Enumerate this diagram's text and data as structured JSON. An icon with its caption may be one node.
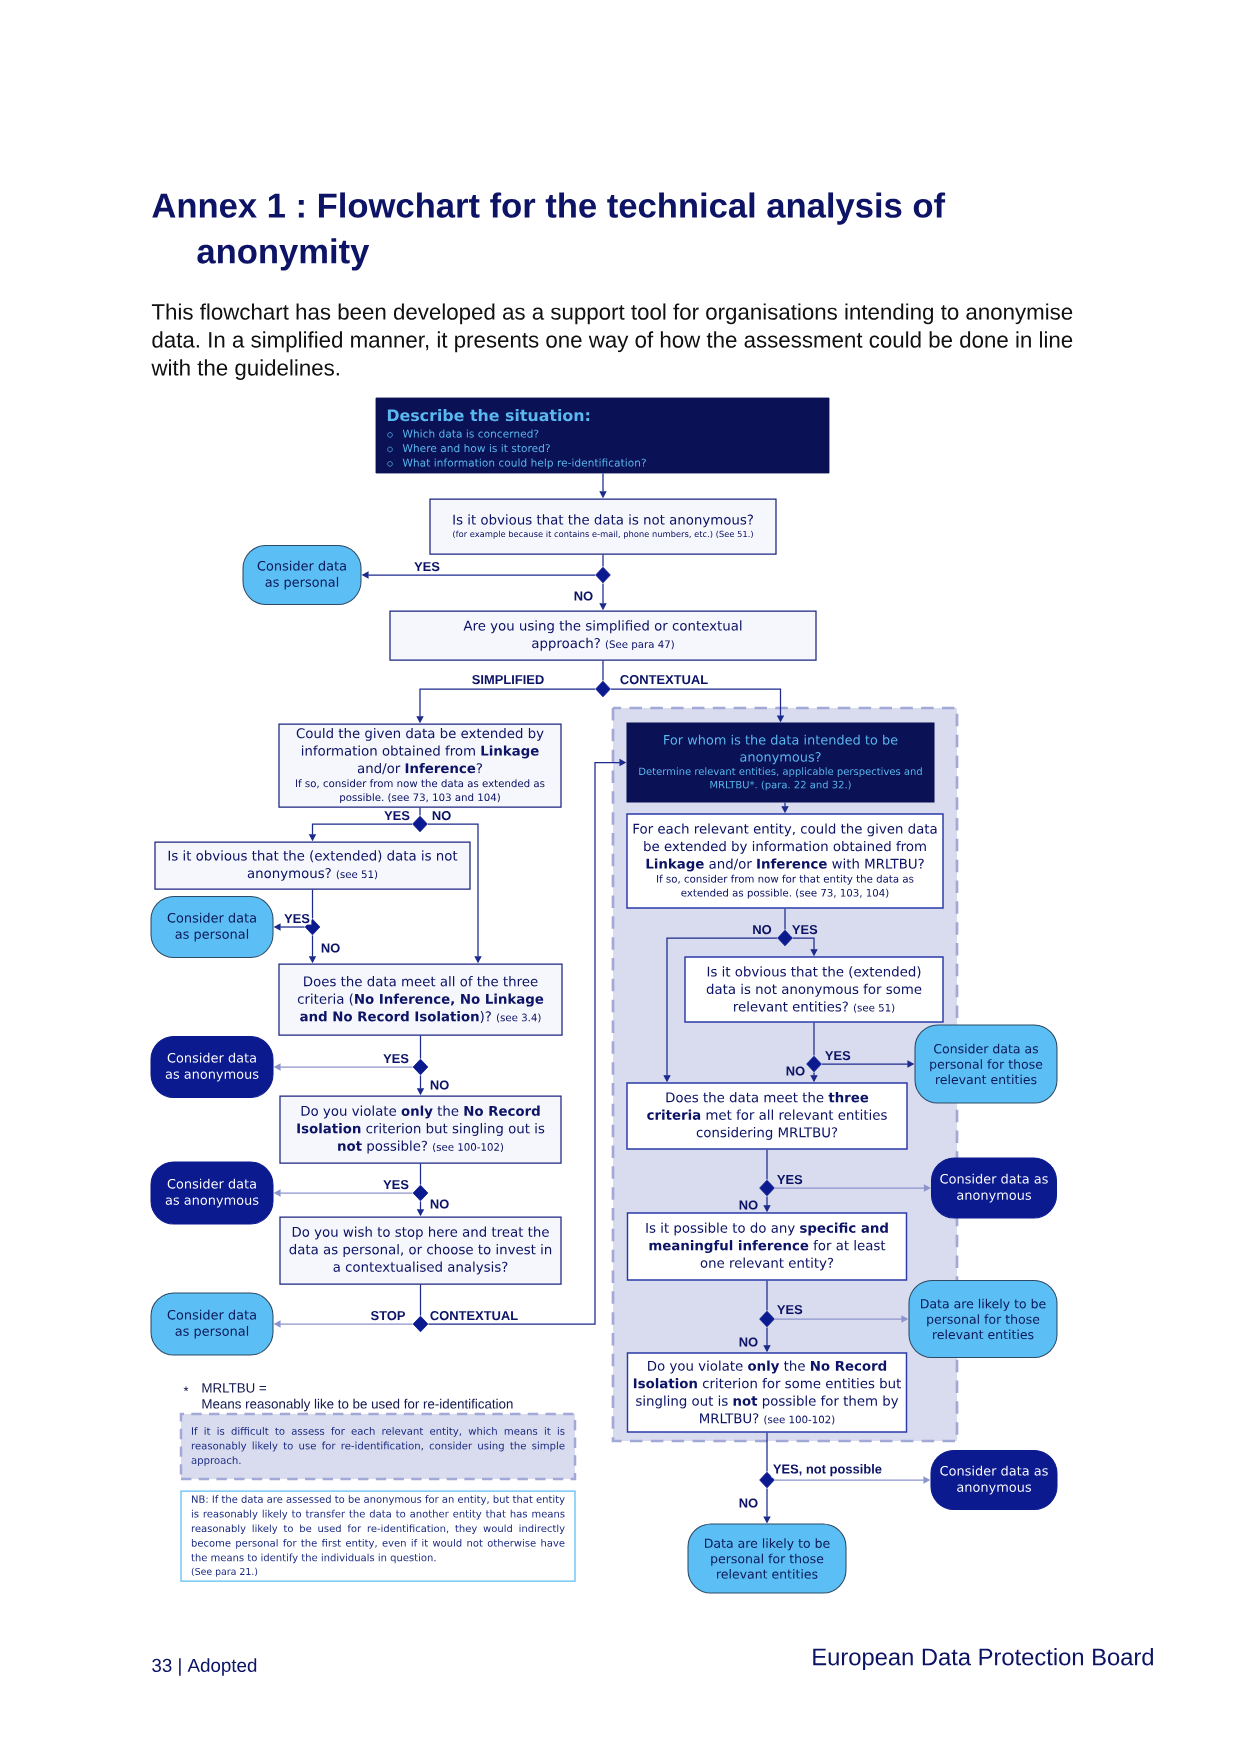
{
  "diagram": {
    "title": "Annex 1 : Flowchart for the technical analysis of anonymity",
    "nodes": [
      {
        "text": [
          "Describe the situation:",
          "Which data is concerned?",
          "Where and how is it stored?",
          "What information could help re-identification?"
        ]
      },
      {
        "text": [
          "Is it obvious that the data is not anonymous?",
          "(for example because it contains e-mail, phone numbers, etc.) (See 51.)"
        ]
      },
      {
        "text": [],
        "shape": "diamond"
      },
      {
        "text": [
          "Consider data as personal"
        ]
      },
      {
        "text": [
          "Are you using the simplified or contextual approach?",
          "(See para 47)"
        ]
      },
      {
        "text": [],
        "shape": "diamond"
      },
      {
        "text": [
          "Could the given data be extended by information obtained from **Linkage** and/or **Inference**?",
          "If so, consider from now the data as extended as possible. (see 73, 103 and 104)"
        ]
      },
      {
        "text": [],
        "shape": "diamond"
      },
      {
        "text": [
          "Is it obvious that the (extended) data is not anonymous?",
          "(see 51)"
        ]
      },
      {
        "text": [],
        "shape": "diamond"
      },
      {
        "text": [
          "Consider data as personal"
        ]
      },
      {
        "text": [
          "Does the data meet all of the three criteria (**No Inference, No Linkage and No Record Isolation**)?",
          "(see 3.4)"
        ]
      },
      {
        "text": [],
        "shape": "diamond"
      },
      {
        "text": [
          "Consider data as anonymous"
        ]
      },
      {
        "text": [
          "Do you violate **only** the **No Record Isolation** criterion but singling out is **not** possible?",
          "(see 100-102)"
        ]
      },
      {
        "text": [],
        "shape": "diamond"
      },
      {
        "text": [
          "Consider data as anonymous"
        ]
      },
      {
        "text": [
          "Do you wish to stop here and treat the data as personal, or choose to invest in a contextualised analysis?"
        ]
      },
      {
        "text": [],
        "shape": "diamond"
      },
      {
        "text": [
          "Consider data as personal"
        ]
      },
      {
        "text": [
          "For whom is the data intended to be anonymous?",
          "Determine relevant entities, applicable perspectives and MRLTBU*. (para. 22 and 32.)"
        ]
      },
      {
        "text": [
          "For each relevant entity, could the given data be extended by information obtained from **Linkage** and/or **Inference** with MRLTBU?",
          "If so, consider from now for that entity the data as extended as possible. (see 73, 103, 104)"
        ]
      },
      {
        "text": [],
        "shape": "diamond"
      },
      {
        "text": [
          "Is it obvious that the (extended) data is not anonymous for some relevant entities?",
          "(see 51)"
        ]
      },
      {
        "text": [],
        "shape": "diamond"
      },
      {
        "text": [
          "Consider data as personal for those relevant entities"
        ]
      },
      {
        "text": [
          "Does the data meet the **three criteria** met for all relevant entities considering MRLTBU?"
        ]
      },
      {
        "text": [],
        "shape": "diamond"
      },
      {
        "text": [
          "Consider data as anonymous"
        ]
      },
      {
        "text": [
          "Is it possible to do any **specific and meaningful inference** for at least one relevant entity?"
        ]
      },
      {
        "text": [],
        "shape": "diamond"
      },
      {
        "text": [
          "Data are likely to be personal for those relevant entities"
        ]
      },
      {
        "text": [
          "Do you violate **only** the **No Record Isolation** criterion for some entities but singling out is **not** possible for them by MRLTBU?",
          "(see 100-102)"
        ]
      },
      {
        "text": [],
        "shape": "diamond"
      },
      {
        "text": [
          "Consider data as anonymous"
        ]
      },
      {
        "text": [
          "Data are likely to be personal for those relevant entities"
        ]
      },
      {
        "text": [
          "If it is difficult to assess for each relevant entity, which means it is reasonably likely to use for re-identification, consider using the simple approach."
        ]
      },
      {
        "text": [
          "NB: If the data are assessed to be anonymous for an entity, but that entity is reasonably likely to transfer the data to another entity that has means reasonably likely to be used for re-identification, they would indirectly become personal for the first entity, even if it would not otherwise have the means to identify the individuals in question.",
          "(See para 21.)"
        ]
      }
    ],
    "edges": [
      {
        "from": 0,
        "to": 1,
        "arrow": "to"
      },
      {
        "from": 1,
        "to": 2,
        "arrow": "none"
      },
      {
        "from": 2,
        "to": 3,
        "arrow": "to",
        "label": "YES"
      },
      {
        "from": 2,
        "to": 4,
        "arrow": "to",
        "label": "NO"
      },
      {
        "from": 4,
        "to": 5,
        "arrow": "none"
      },
      {
        "from": 5,
        "to": 6,
        "arrow": "to",
        "label": "SIMPLIFIED"
      },
      {
        "from": 5,
        "to": 20,
        "arrow": "to",
        "label": "CONTEXTUAL"
      },
      {
        "from": 6,
        "to": 7,
        "arrow": "none"
      },
      {
        "from": 7,
        "to": 8,
        "arrow": "to",
        "label": "YES"
      },
      {
        "from": 7,
        "to": 11,
        "arrow": "to",
        "label": "NO"
      },
      {
        "from": 8,
        "to": 9,
        "arrow": "none"
      },
      {
        "from": 9,
        "to": 10,
        "arrow": "to",
        "label": "YES"
      },
      {
        "from": 9,
        "to": 11,
        "arrow": "to",
        "label": "NO"
      },
      {
        "from": 11,
        "to": 12,
        "arrow": "none"
      },
      {
        "from": 12,
        "to": 13,
        "arrow": "to",
        "label": "YES",
        "color": "#8c94cc"
      },
      {
        "from": 12,
        "to": 14,
        "arrow": "to",
        "label": "NO"
      },
      {
        "from": 14,
        "to": 15,
        "arrow": "none"
      },
      {
        "from": 15,
        "to": 16,
        "arrow": "to",
        "label": "YES",
        "color": "#8c94cc"
      },
      {
        "from": 15,
        "to": 17,
        "arrow": "to",
        "label": "NO"
      },
      {
        "from": 17,
        "to": 18,
        "arrow": "none"
      },
      {
        "from": 18,
        "to": 19,
        "arrow": "to",
        "label": "STOP",
        "color": "#8c94cc"
      },
      {
        "from": 18,
        "to": 20,
        "arrow": "to",
        "label": "CONTEXTUAL"
      },
      {
        "from": 20,
        "to": 21,
        "arrow": "to"
      },
      {
        "from": 21,
        "to": 22,
        "arrow": "none"
      },
      {
        "from": 22,
        "to": 26,
        "arrow": "to",
        "label": "NO"
      },
      {
        "from": 22,
        "to": 23,
        "arrow": "to",
        "label": "YES"
      },
      {
        "from": 23,
        "to": 24,
        "arrow": "none"
      },
      {
        "from": 24,
        "to": 25,
        "arrow": "to",
        "label": "YES"
      },
      {
        "from": 24,
        "to": 26,
        "arrow": "to",
        "label": "NO"
      },
      {
        "from": 26,
        "to": 27,
        "arrow": "none"
      },
      {
        "from": 27,
        "to": 28,
        "arrow": "to",
        "label": "YES",
        "color": "#8c94cc"
      },
      {
        "from": 27,
        "to": 29,
        "arrow": "to",
        "label": "NO"
      },
      {
        "from": 29,
        "to": 30,
        "arrow": "none"
      },
      {
        "from": 30,
        "to": 31,
        "arrow": "to",
        "label": "YES",
        "color": "#8c94cc"
      },
      {
        "from": 30,
        "to": 32,
        "arrow": "to",
        "label": "NO"
      },
      {
        "from": 32,
        "to": 33,
        "arrow": "none"
      },
      {
        "from": 33,
        "to": 34,
        "arrow": "to",
        "label": "YES, not possible",
        "color": "#8c94cc"
      },
      {
        "from": 33,
        "to": 35,
        "arrow": "to",
        "label": "NO"
      }
    ],
    "labels": [
      "This flowchart has been developed as a support tool for organisations intending to anonymise data. In a simplified manner, it presents one way of how the assessment could be done in line with the guidelines.",
      "*",
      "MRLTBU =",
      "Means reasonably like to be used for re-identification",
      "33 | Adopted",
      "European Data Protection Board"
    ]
  }
}
